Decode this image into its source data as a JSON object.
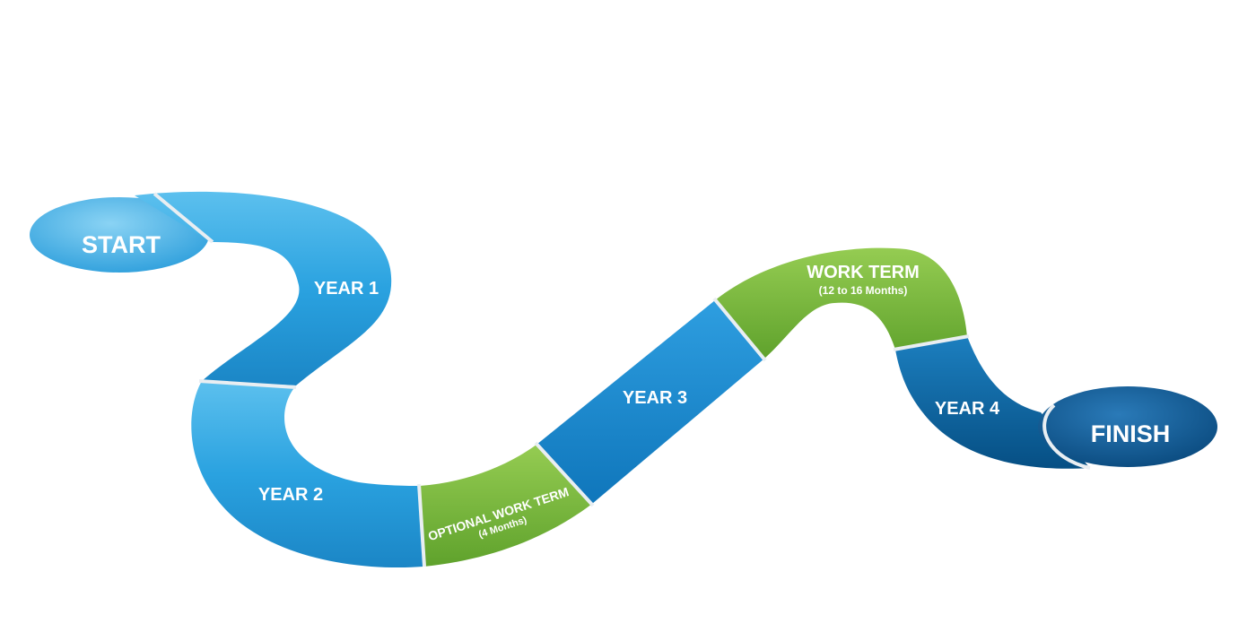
{
  "diagram": {
    "start_label": "START",
    "finish_label": "FINISH",
    "segments": {
      "year1": {
        "label": "YEAR 1"
      },
      "year2": {
        "label": "YEAR 2"
      },
      "optional_work_term": {
        "label": "OPTIONAL WORK TERM",
        "sublabel": "(4 Months)"
      },
      "year3": {
        "label": "YEAR 3"
      },
      "work_term": {
        "label": "WORK TERM",
        "sublabel": "(12 to 16 Months)"
      },
      "year4": {
        "label": "YEAR 4"
      }
    },
    "colors": {
      "light_blue": "#2fa6e3",
      "blue": "#1a8fd6",
      "dark_blue": "#0a5f9a",
      "green": "#7cbd3c",
      "divider": "#e9eef2"
    }
  }
}
